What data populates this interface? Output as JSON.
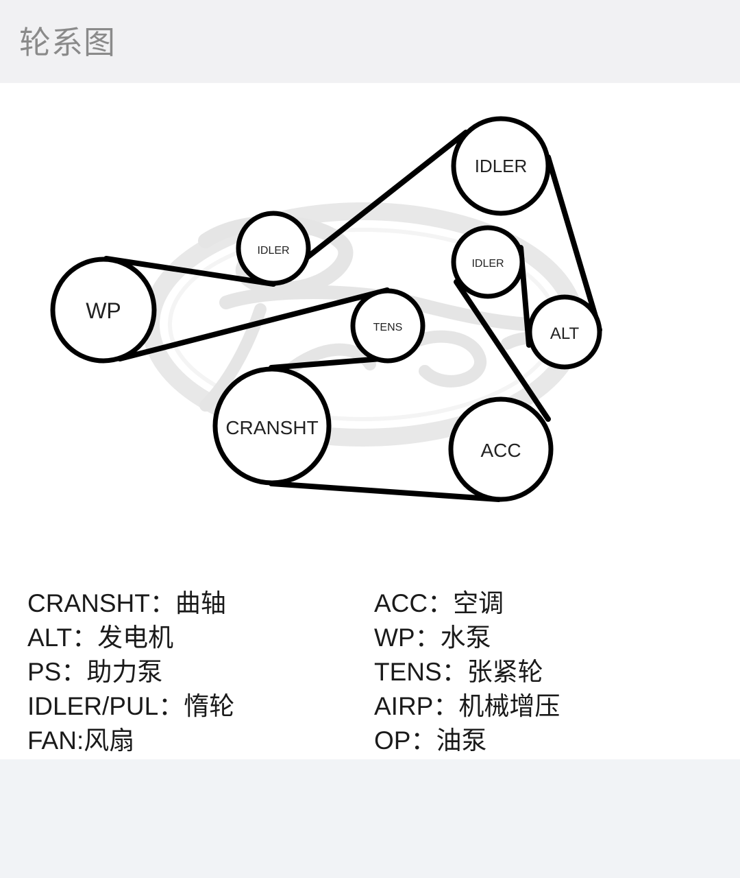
{
  "header": {
    "title": "轮系图"
  },
  "diagram": {
    "pulleys": [
      {
        "id": "wp",
        "label": "WP"
      },
      {
        "id": "idler-top-left",
        "label": "IDLER"
      },
      {
        "id": "idler-top-right",
        "label": "IDLER"
      },
      {
        "id": "idler-mid-right",
        "label": "IDLER"
      },
      {
        "id": "alt",
        "label": "ALT"
      },
      {
        "id": "tens",
        "label": "TENS"
      },
      {
        "id": "cranksht",
        "label": "CRANSHT"
      },
      {
        "id": "acc",
        "label": "ACC"
      }
    ],
    "watermark": "Gates"
  },
  "legend": {
    "left": [
      {
        "code": "CRANSHT",
        "sep": "：",
        "meaning": "曲轴"
      },
      {
        "code": "ALT",
        "sep": "：",
        "meaning": "发电机"
      },
      {
        "code": "PS",
        "sep": "：",
        "meaning": "助力泵"
      },
      {
        "code": "IDLER/PUL",
        "sep": "：",
        "meaning": "惰轮"
      },
      {
        "code": "FAN",
        "sep": ":",
        "meaning": "风扇"
      }
    ],
    "right": [
      {
        "code": "ACC",
        "sep": "：",
        "meaning": "空调"
      },
      {
        "code": "WP",
        "sep": "：",
        "meaning": "水泵"
      },
      {
        "code": "TENS",
        "sep": "：",
        "meaning": "张紧轮"
      },
      {
        "code": "AIRP",
        "sep": "：",
        "meaning": "机械增压"
      },
      {
        "code": "OP",
        "sep": "：",
        "meaning": "油泵"
      }
    ]
  }
}
